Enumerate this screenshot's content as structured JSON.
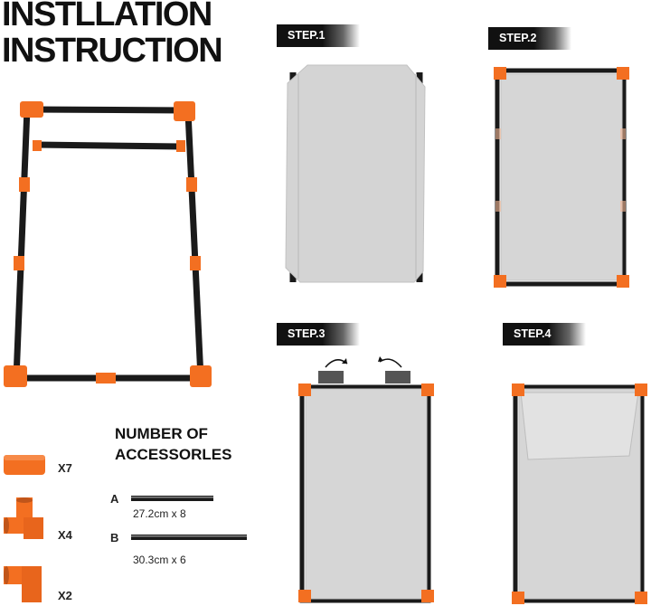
{
  "title_line1": "INSTLLATION",
  "title_line2": "INSTRUCTION",
  "steps": [
    {
      "label": "STEP.1"
    },
    {
      "label": "STEP.2"
    },
    {
      "label": "STEP.3"
    },
    {
      "label": "STEP.4"
    }
  ],
  "accessories": {
    "heading_line1": "NUMBER OF",
    "heading_line2": "ACCESSORLES",
    "connectors": [
      {
        "icon": "straight-connector-icon",
        "qty": "X7"
      },
      {
        "icon": "three-way-connector-icon",
        "qty": "X4"
      },
      {
        "icon": "elbow-connector-icon",
        "qty": "X2"
      }
    ],
    "tubes": [
      {
        "letter": "A",
        "size": "27.2cm x 8"
      },
      {
        "letter": "B",
        "size": "30.3cm x 6"
      }
    ]
  },
  "colors": {
    "connector_orange": "#f36f21",
    "tube_black": "#1a1a1a",
    "fabric_gray": "#d6d6d6"
  }
}
